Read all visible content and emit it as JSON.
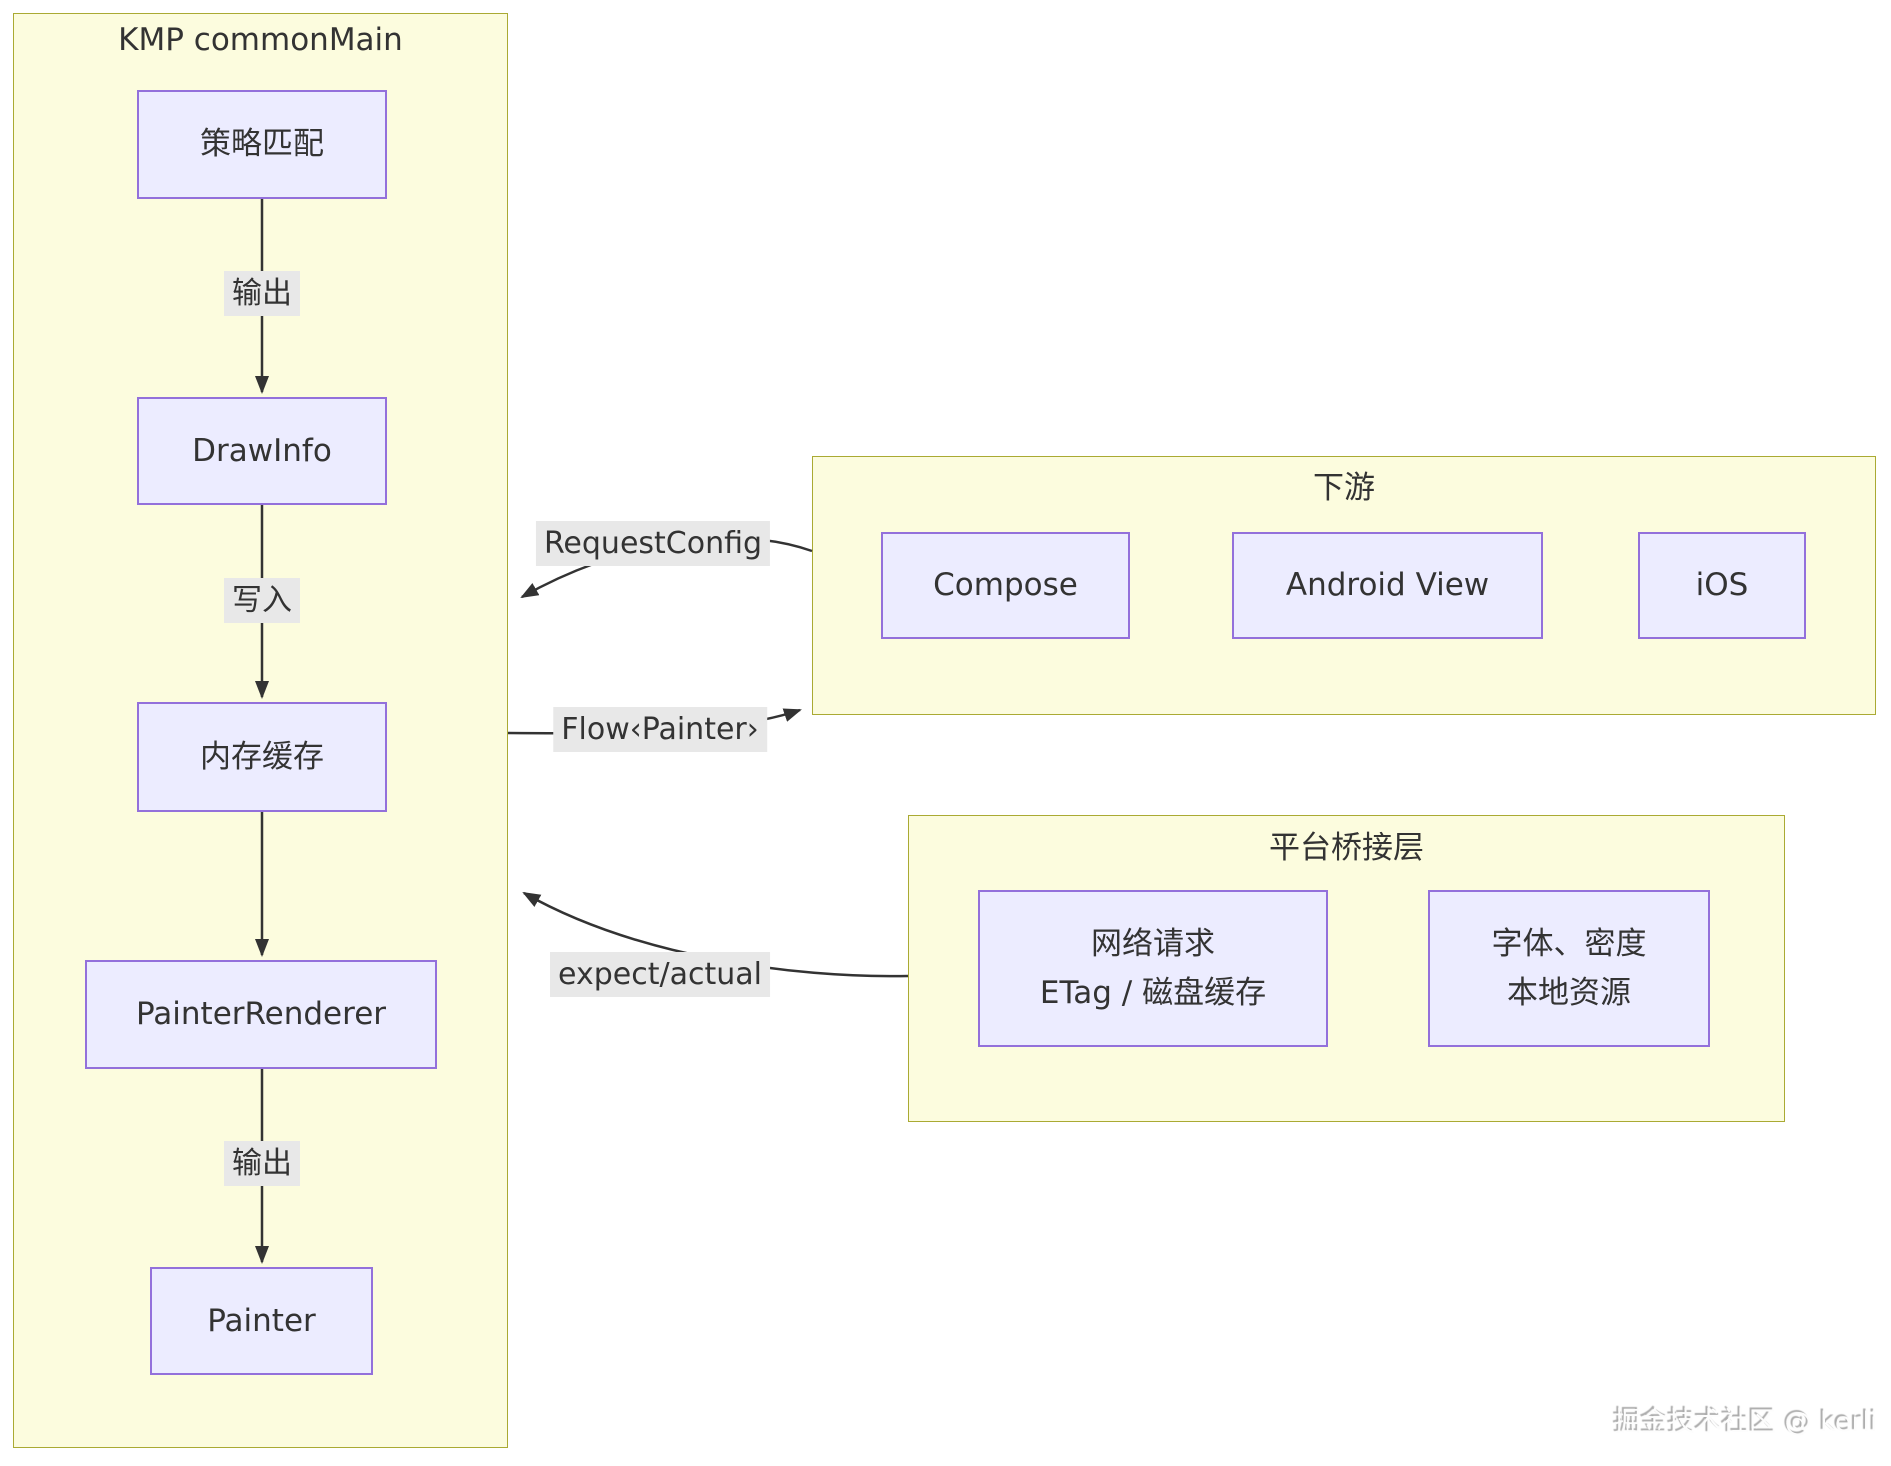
{
  "diagram": {
    "kmp": {
      "title": "KMP commonMain",
      "node_strategy": "策略匹配",
      "node_drawinfo": "DrawInfo",
      "node_memcache": "内存缓存",
      "node_painterrenderer": "PainterRenderer",
      "node_painter": "Painter",
      "label_output_1": "输出",
      "label_write": "写入",
      "label_output_2": "输出"
    },
    "downstream": {
      "title": "下游",
      "node_compose": "Compose",
      "node_androidview": "Android View",
      "node_ios": "iOS"
    },
    "bridge": {
      "title": "平台桥接层",
      "node_network_line1": "网络请求",
      "node_network_line2": "ETag / 磁盘缓存",
      "node_resources_line1": "字体、密度",
      "node_resources_line2": "本地资源"
    },
    "edges": {
      "request_config": "RequestConfig",
      "flow_painter": "Flow‹Painter›",
      "expect_actual": "expect/actual"
    },
    "watermark": "掘金技术社区 @ kerli",
    "colors": {
      "cluster_fill": "#fcfcde",
      "cluster_border": "#aaaa33",
      "node_fill": "#ececff",
      "node_border": "#9370db",
      "edge_label_bg": "#e8e8e8",
      "line": "#333333",
      "text": "#333333"
    }
  }
}
